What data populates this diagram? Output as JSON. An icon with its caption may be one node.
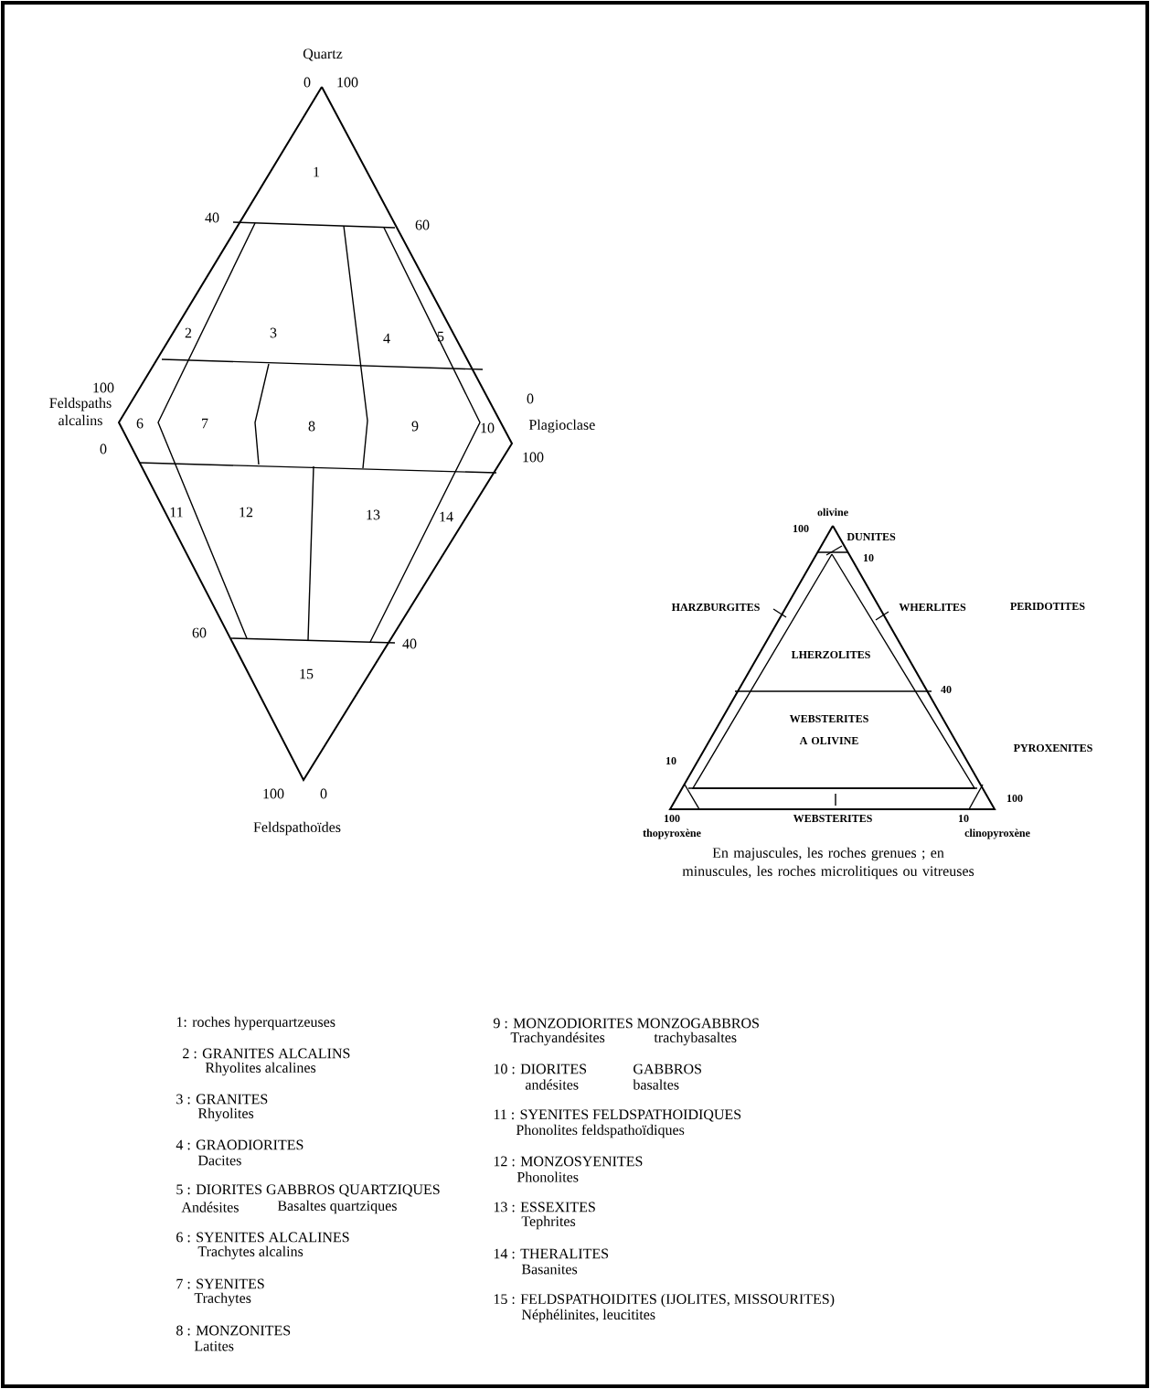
{
  "diagram": {
    "caption": "En majuscules, les roches grenues ; en minuscules, les roches microlitiques ou vitreuses",
    "labels": [
      "Quartz",
      "0",
      "100",
      "1",
      "40",
      "60",
      "2",
      "3",
      "4",
      "5",
      "100",
      "0",
      "Feldspaths alcalins",
      "6",
      "7",
      "8",
      "9",
      "10",
      "Plagioclase",
      "0",
      "100",
      "11",
      "12",
      "13",
      "14",
      "60",
      "40",
      "15",
      "100",
      "0",
      "Feldspathoïdes",
      "olivine",
      "100",
      "DUNITES",
      "10",
      "HARZBURGITES",
      "WHERLITES",
      "PERIDOTITES",
      "LHERZOLITES",
      "40",
      "WEBSTERITES A OLIVINE",
      "PYROXENITES",
      "10",
      "100",
      "100",
      "WEBSTERITES",
      "10",
      "thopyroxène",
      "clinopyroxène",
      "1: roches hyperquartzeuses",
      "2 : GRANITES ALCALINS",
      "Rhyolites alcalines",
      "3 : GRANITES",
      "Rhyolites",
      "4 : GRAODIORITES",
      "Dacites",
      "5 : DIORITES GABBROS QUARTZIQUES",
      "Andésites",
      "Basaltes quartziques",
      "6 : SYENITES ALCALINES",
      "Trachytes alcalins",
      "7 : SYENITES",
      "Trachytes",
      "8 : MONZONITES",
      "Latites",
      "9 : MONZODIORITES MONZOGABBROS",
      "Trachyandésites",
      "trachybasaltes",
      "10 : DIORITES",
      "GABBROS",
      "andésites",
      "basaltes",
      "11 : SYENITES FELDSPATHOIDIQUES",
      "Phonolites feldspathoïdiques",
      "12 : MONZOSYENITES",
      "Phonolites",
      "13 : ESSEXITES",
      "Tephrites",
      "14 : THERALITES",
      "Basanites",
      "15 : FELDSPATHOIDITES (IJOLITES, MISSOURITES)",
      "Néphélinites, leucitites"
    ]
  }
}
